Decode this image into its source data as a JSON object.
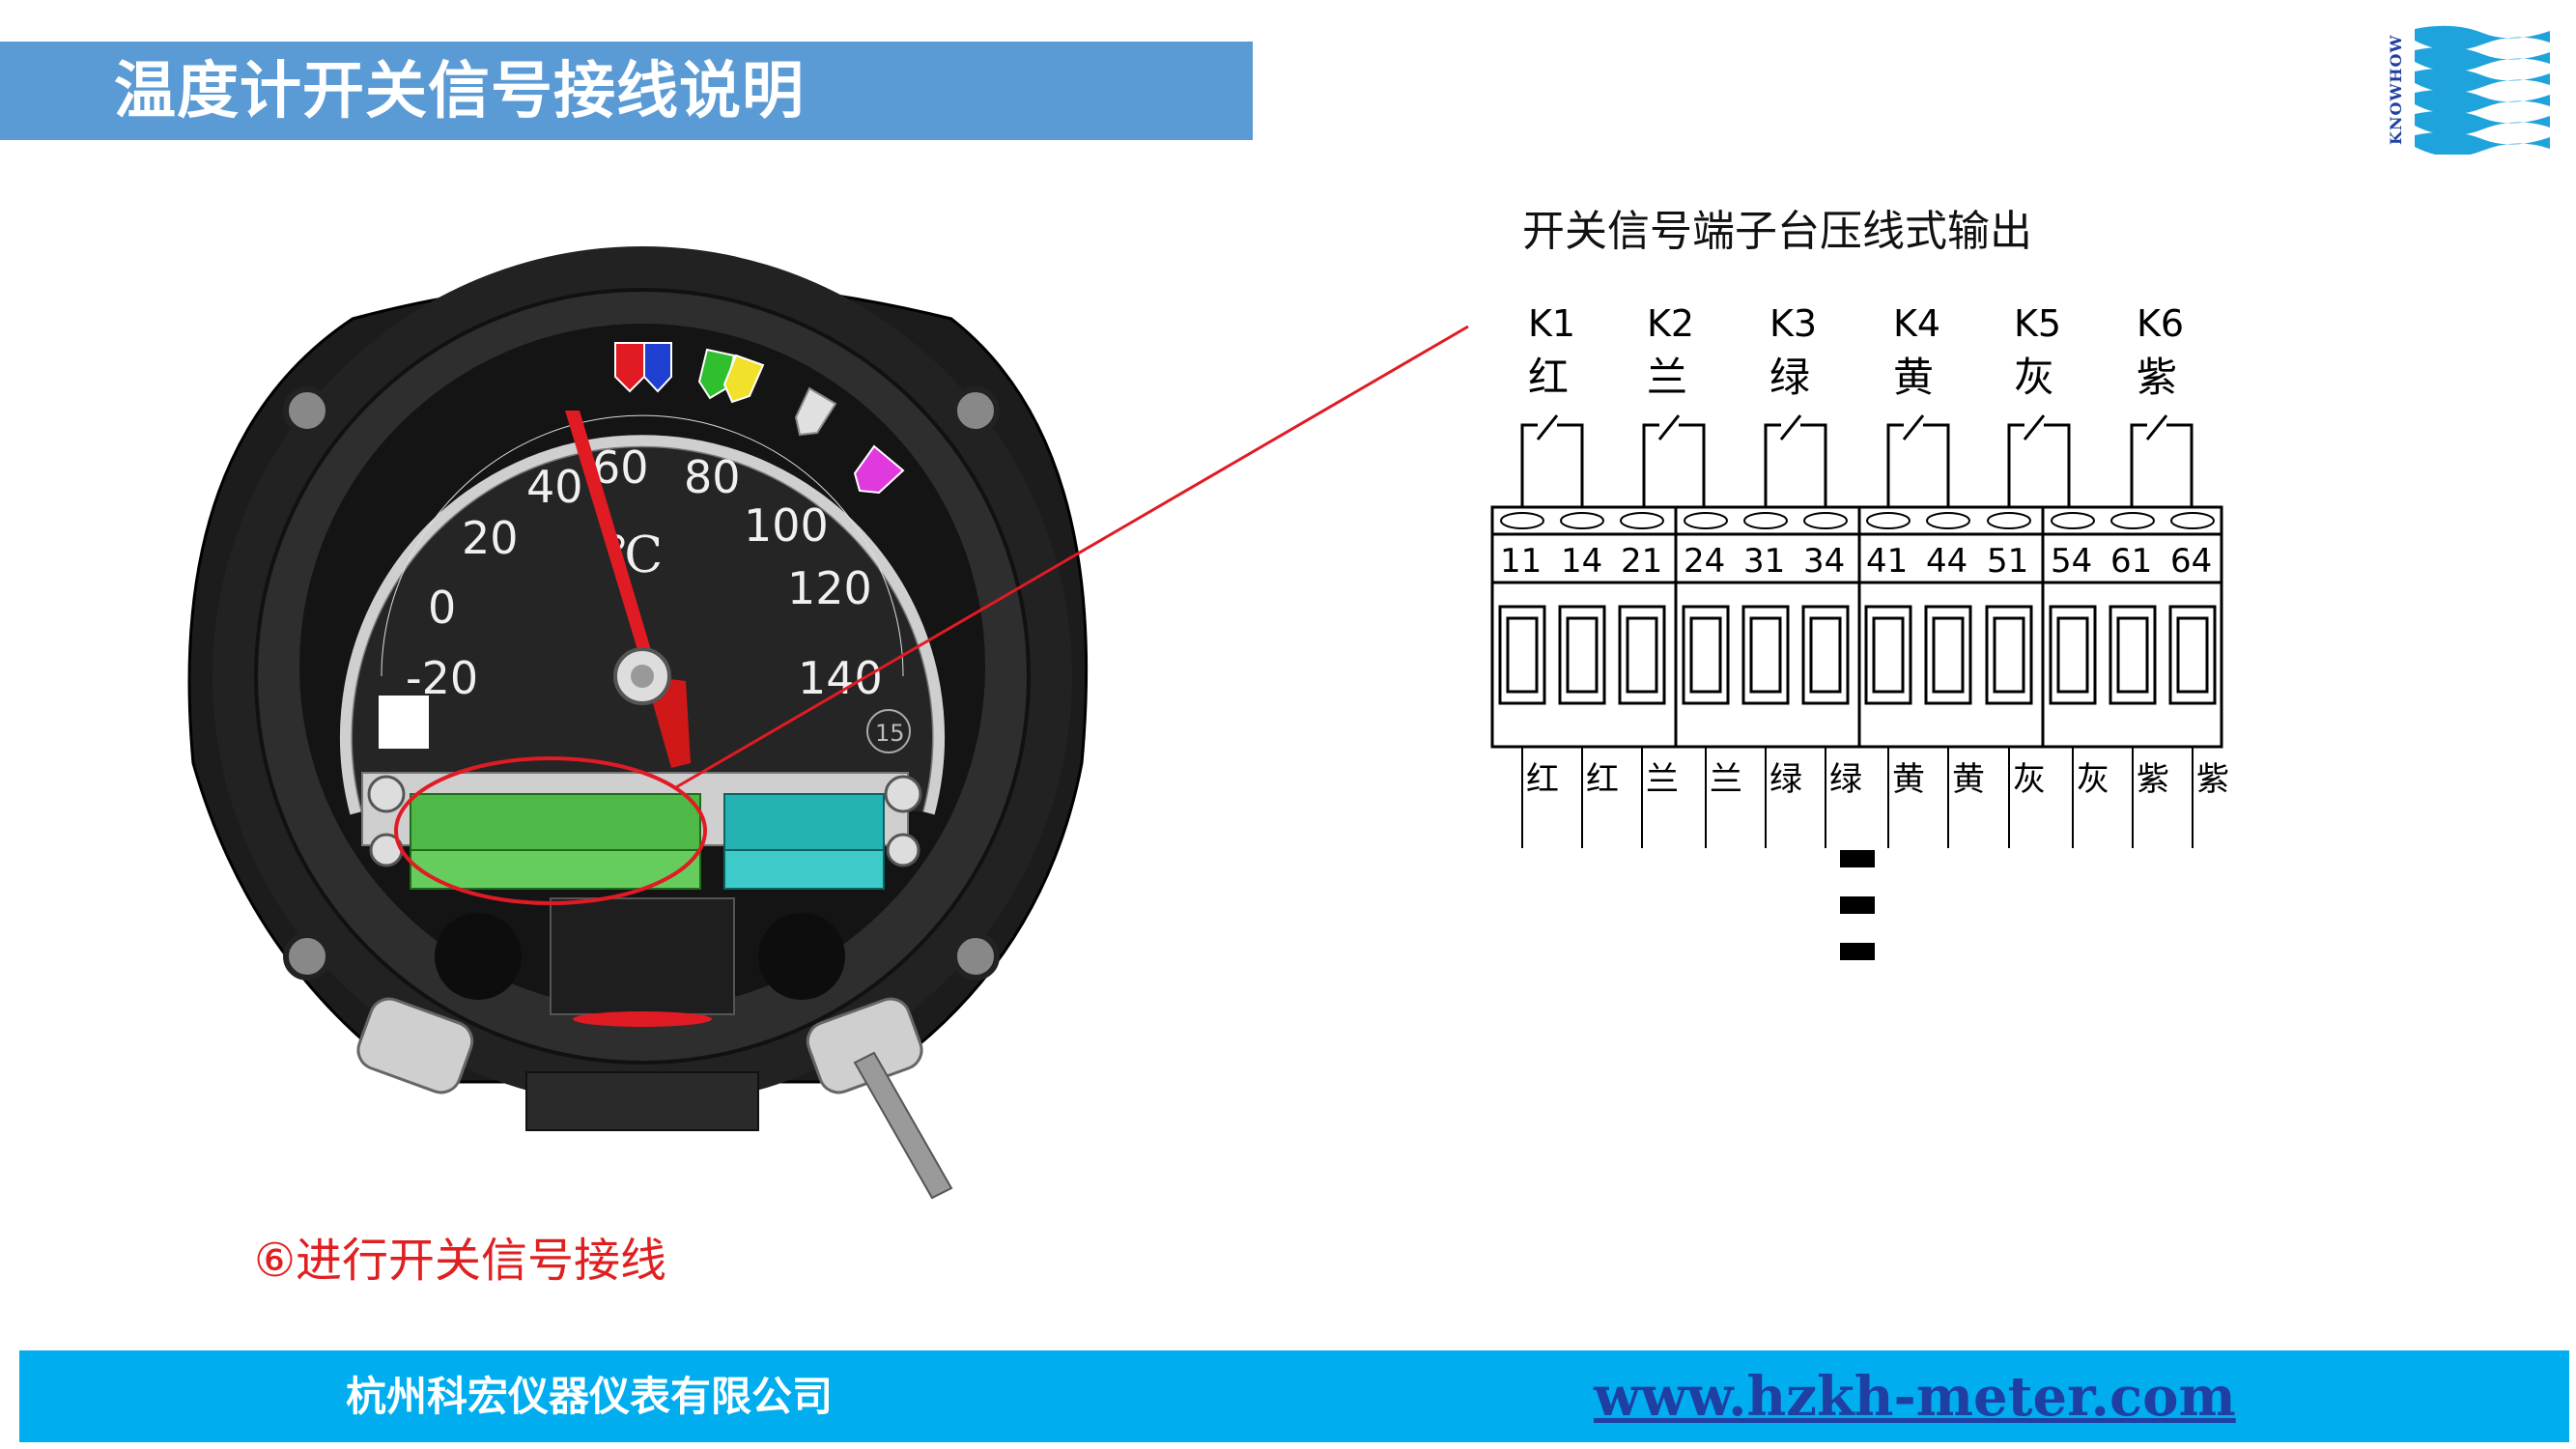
{
  "header": {
    "title": "温度计开关信号接线说明",
    "logo_text": "KNOWHOW",
    "accent_color": "#5b9bd5"
  },
  "gauge": {
    "scale_labels": [
      "-20",
      "0",
      "20",
      "40",
      "60",
      "80",
      "100",
      "120",
      "140"
    ],
    "unit": "℃",
    "badge": "15"
  },
  "step_caption": "⑥进行开关信号接线",
  "wiring": {
    "title": "开关信号端子台压线式输出",
    "switches": [
      {
        "id": "K1",
        "color": "红"
      },
      {
        "id": "K2",
        "color": "兰"
      },
      {
        "id": "K3",
        "color": "绿"
      },
      {
        "id": "K4",
        "color": "黄"
      },
      {
        "id": "K5",
        "color": "灰"
      },
      {
        "id": "K6",
        "color": "紫"
      }
    ],
    "terminals": [
      "11",
      "14",
      "21",
      "24",
      "31",
      "34",
      "41",
      "44",
      "51",
      "54",
      "61",
      "64"
    ],
    "wire_colors": [
      "红",
      "红",
      "兰",
      "兰",
      "绿",
      "绿",
      "黄",
      "黄",
      "灰",
      "灰",
      "紫",
      "紫"
    ]
  },
  "footer": {
    "company": "杭州科宏仪器仪表有限公司",
    "website": "www.hzkh-meter.com",
    "bar_color": "#00aeef"
  }
}
